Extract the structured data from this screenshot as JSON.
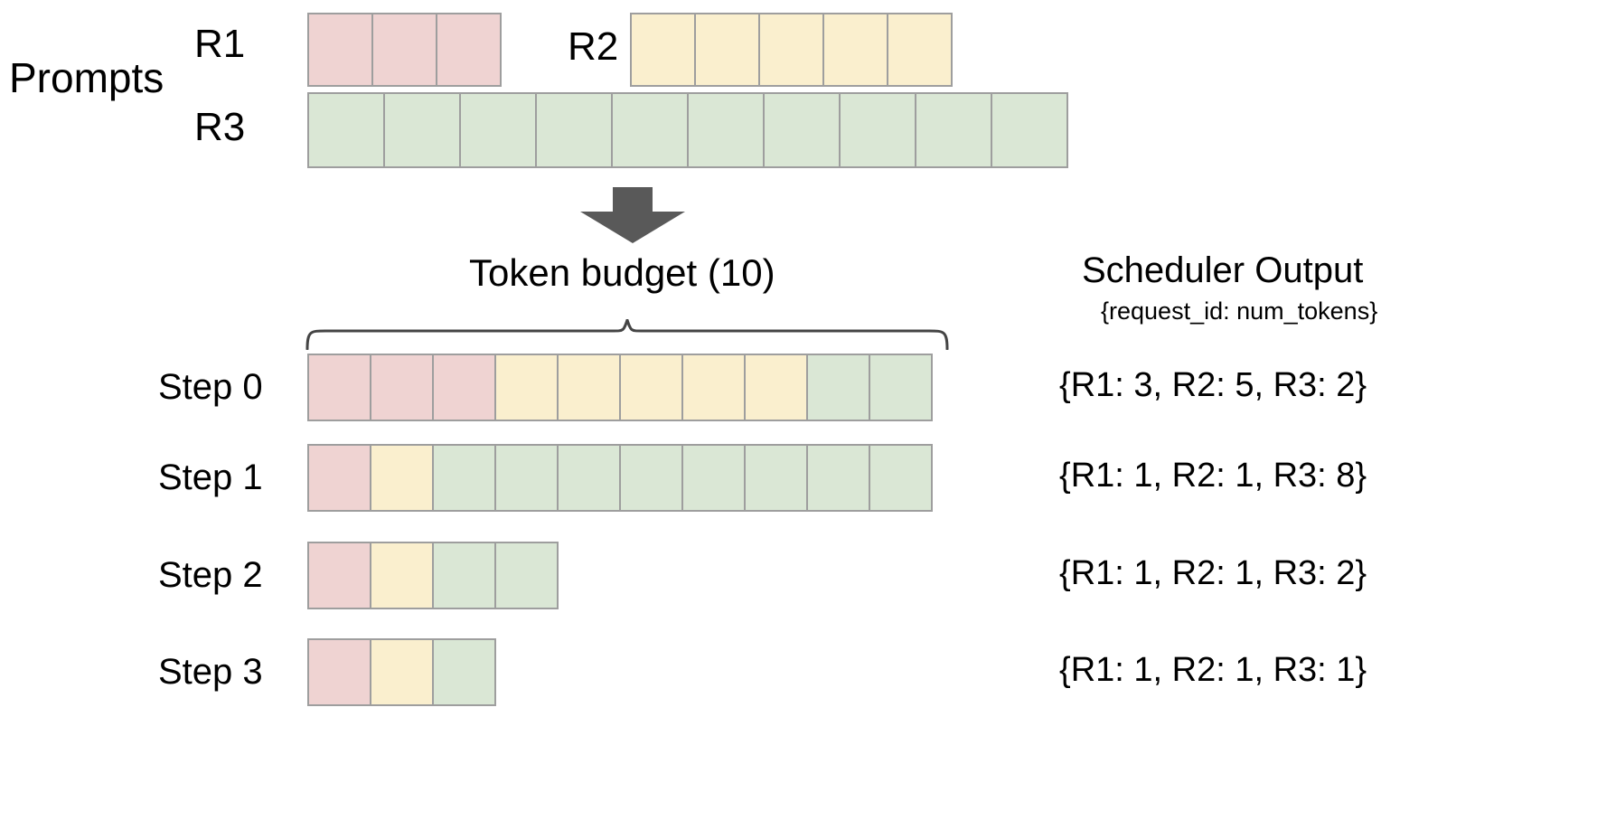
{
  "diagram": {
    "title_prompts": "Prompts",
    "arrow_icon": "down-arrow-icon",
    "brace_icon": "curly-brace-icon",
    "token_budget_label": "Token  budget (10)",
    "token_budget_value": 10
  },
  "prompts": {
    "section_label": "Prompts",
    "requests": [
      {
        "id": "R1",
        "label": "R1",
        "num_tokens": 3,
        "color": "#efd3d2"
      },
      {
        "id": "R2",
        "label": "R2",
        "num_tokens": 5,
        "color": "#faefce"
      },
      {
        "id": "R3",
        "label": "R3",
        "num_tokens": 10,
        "color": "#dae7d5"
      }
    ]
  },
  "scheduler": {
    "title": "Scheduler Output",
    "subtitle": "{request_id: num_tokens}"
  },
  "steps": [
    {
      "label": "Step 0",
      "output": "{R1: 3, R2: 5, R3: 2}",
      "allocation": {
        "R1": 3,
        "R2": 5,
        "R3": 2
      },
      "total": 10
    },
    {
      "label": "Step 1",
      "output": "{R1: 1, R2: 1, R3: 8}",
      "allocation": {
        "R1": 1,
        "R2": 1,
        "R3": 8
      },
      "total": 10
    },
    {
      "label": "Step 2",
      "output": "{R1: 1, R2: 1, R3: 2}",
      "allocation": {
        "R1": 1,
        "R2": 1,
        "R3": 2
      },
      "total": 4
    },
    {
      "label": "Step 3",
      "output": "{R1: 1, R2: 1, R3: 1}",
      "allocation": {
        "R1": 1,
        "R2": 1,
        "R3": 1
      },
      "total": 3
    }
  ],
  "colors": {
    "r1": "#efd3d2",
    "r2": "#faefce",
    "r3": "#dae7d5",
    "cell_border": "#9e9e9e",
    "arrow": "#595959",
    "brace": "#444444",
    "text": "#000000"
  }
}
